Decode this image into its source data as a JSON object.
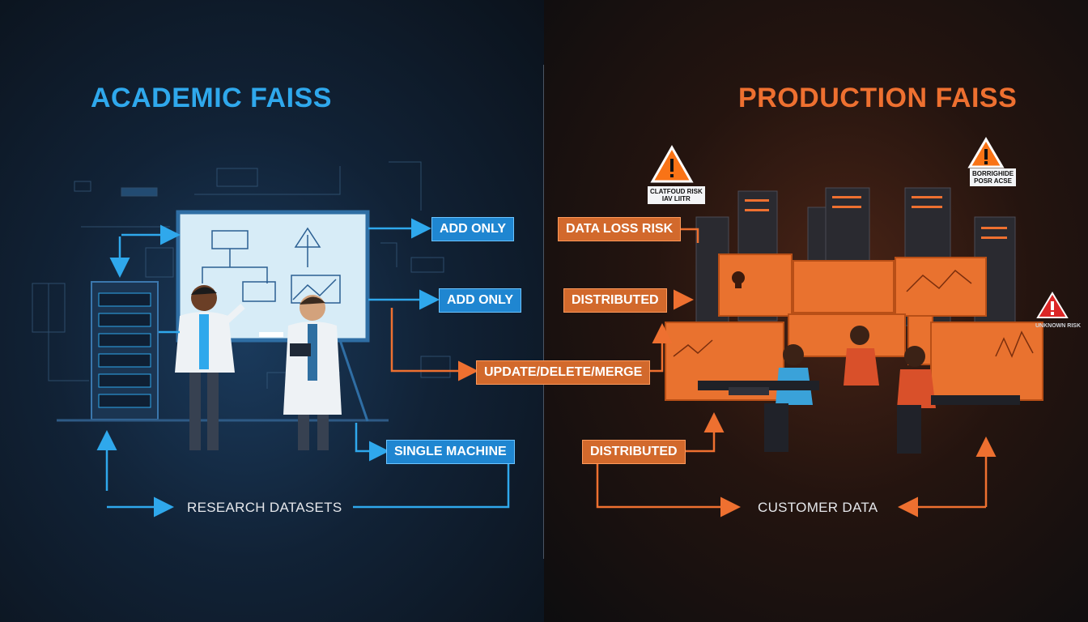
{
  "left": {
    "title": "ACADEMIC FAISS",
    "tags": {
      "add_only_1": "ADD ONLY",
      "add_only_2": "ADD ONLY",
      "single_machine": "SINGLE MACHINE"
    },
    "footer": "RESEARCH DATASETS"
  },
  "center": {
    "bridge_tag": "UPDATE/DELETE/MERGE"
  },
  "right": {
    "title": "PRODUCTION FAISS",
    "tags": {
      "data_loss": "DATA LOSS RISK",
      "distributed_1": "DISTRIBUTED",
      "distributed_2": "DISTRIBUTED"
    },
    "warning_labels": [
      "CLATFOUD RISK\nIAV LIITR",
      "BORRIGHIDE\nPOSR ACSE",
      "UNKNOWN RISK"
    ],
    "footer": "CUSTOMER DATA"
  },
  "colors": {
    "blue_accent": "#2fa8ec",
    "orange_accent": "#ee7030",
    "warning": "#f97316"
  },
  "icons": [
    "warning-triangle-icon",
    "skull-icon",
    "server-rack-icon",
    "whiteboard-icon"
  ]
}
